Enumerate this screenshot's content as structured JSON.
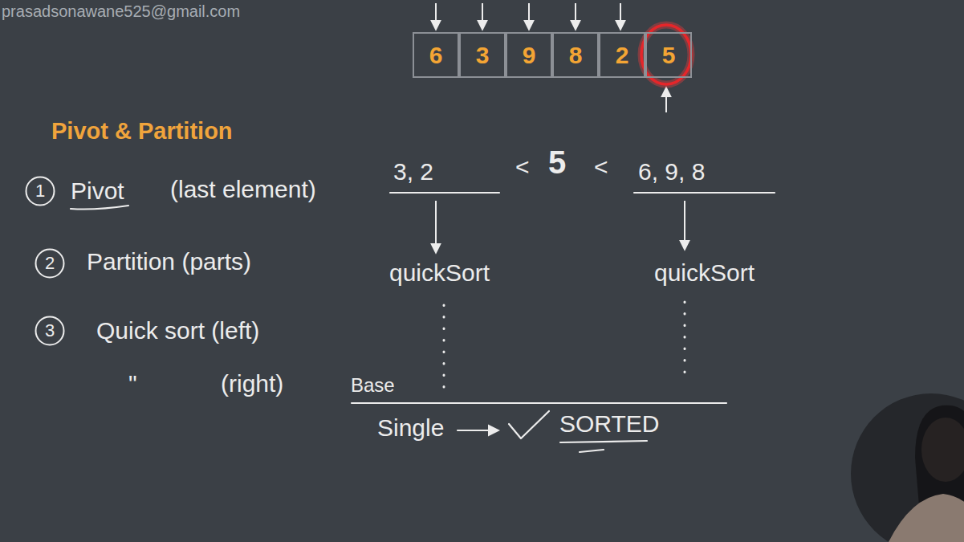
{
  "diagram": {
    "title": "Pivot & Partition",
    "nodes": [
      {
        "text": [
          "6"
        ]
      },
      {
        "text": [
          "3"
        ]
      },
      {
        "text": [
          "9"
        ]
      },
      {
        "text": [
          "8"
        ]
      },
      {
        "text": [
          "2"
        ]
      },
      {
        "text": [
          "5"
        ]
      },
      {
        "text": [
          "1"
        ]
      },
      {
        "text": [
          "2"
        ]
      },
      {
        "text": [
          "3"
        ]
      }
    ],
    "labels": [
      "prasadsonawane525@gmail.com",
      "Pivot",
      "(last element)",
      "Partition (parts)",
      "Quick sort (left)",
      "\"",
      "(right)",
      "3, 2",
      "<",
      "5",
      "<",
      "6, 9, 8",
      "quickSort",
      "quickSort",
      "Base",
      "Single",
      "SORTED"
    ]
  }
}
